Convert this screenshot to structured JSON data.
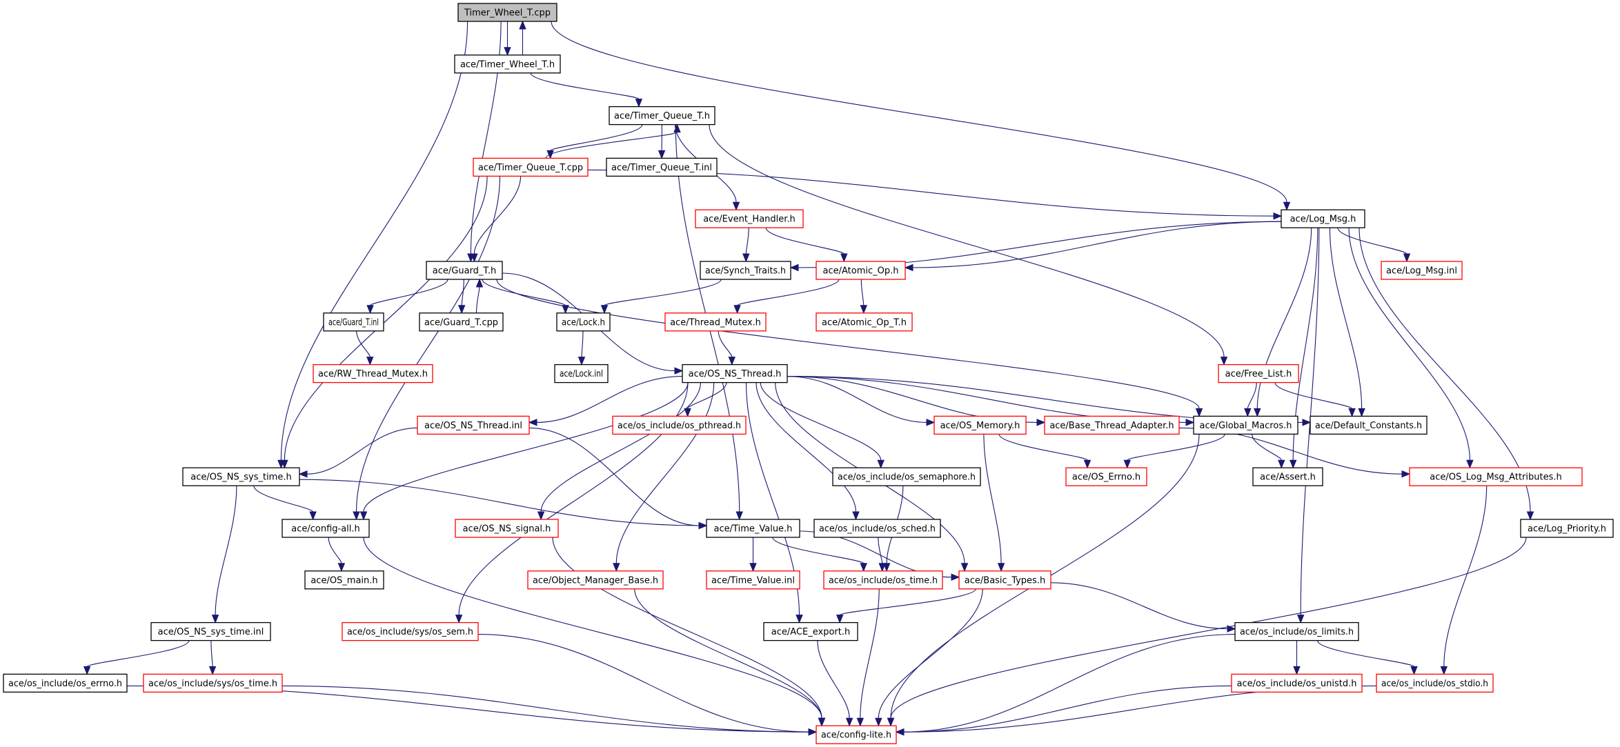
{
  "title": "Timer_Wheel_T.cpp include dependency graph",
  "colors": {
    "edge": "#191970",
    "root_fill": "#bfbfbf",
    "incomplete_border": "#ff0000",
    "normal_border": "#000000"
  },
  "nodes": [
    {
      "id": "twt_cpp",
      "label": "Timer_Wheel_T.cpp",
      "kind": "root"
    },
    {
      "id": "twt_h",
      "label": "ace/Timer_Wheel_T.h",
      "kind": "normal"
    },
    {
      "id": "tqt_h",
      "label": "ace/Timer_Queue_T.h",
      "kind": "normal"
    },
    {
      "id": "tqt_cpp",
      "label": "ace/Timer_Queue_T.cpp",
      "kind": "incomplete"
    },
    {
      "id": "tqt_inl",
      "label": "ace/Timer_Queue_T.inl",
      "kind": "normal"
    },
    {
      "id": "event_handler",
      "label": "ace/Event_Handler.h",
      "kind": "incomplete"
    },
    {
      "id": "log_msg",
      "label": "ace/Log_Msg.h",
      "kind": "normal"
    },
    {
      "id": "guard_h",
      "label": "ace/Guard_T.h",
      "kind": "normal"
    },
    {
      "id": "synch_traits",
      "label": "ace/Synch_Traits.h",
      "kind": "normal"
    },
    {
      "id": "atomic_op",
      "label": "ace/Atomic_Op.h",
      "kind": "incomplete"
    },
    {
      "id": "log_msg_inl",
      "label": "ace/Log_Msg.inl",
      "kind": "incomplete"
    },
    {
      "id": "guard_inl",
      "label": "ace/Guard_T.inl",
      "kind": "normal"
    },
    {
      "id": "guard_cpp",
      "label": "ace/Guard_T.cpp",
      "kind": "normal"
    },
    {
      "id": "lock_h",
      "label": "ace/Lock.h",
      "kind": "normal"
    },
    {
      "id": "thread_mutex",
      "label": "ace/Thread_Mutex.h",
      "kind": "incomplete"
    },
    {
      "id": "atomic_op_t",
      "label": "ace/Atomic_Op_T.h",
      "kind": "incomplete"
    },
    {
      "id": "rw_thread_mutex",
      "label": "ace/RW_Thread_Mutex.h",
      "kind": "incomplete"
    },
    {
      "id": "lock_inl",
      "label": "ace/Lock.inl",
      "kind": "normal"
    },
    {
      "id": "os_ns_thread",
      "label": "ace/OS_NS_Thread.h",
      "kind": "normal"
    },
    {
      "id": "free_list",
      "label": "ace/Free_List.h",
      "kind": "incomplete"
    },
    {
      "id": "os_ns_thread_inl",
      "label": "ace/OS_NS_Thread.inl",
      "kind": "incomplete"
    },
    {
      "id": "os_pthread",
      "label": "ace/os_include/os_pthread.h",
      "kind": "incomplete"
    },
    {
      "id": "os_memory",
      "label": "ace/OS_Memory.h",
      "kind": "incomplete"
    },
    {
      "id": "base_thread_adapter",
      "label": "ace/Base_Thread_Adapter.h",
      "kind": "incomplete"
    },
    {
      "id": "global_macros",
      "label": "ace/Global_Macros.h",
      "kind": "normal"
    },
    {
      "id": "default_constants",
      "label": "ace/Default_Constants.h",
      "kind": "normal"
    },
    {
      "id": "os_ns_sys_time",
      "label": "ace/OS_NS_sys_time.h",
      "kind": "normal"
    },
    {
      "id": "os_semaphore",
      "label": "ace/os_include/os_semaphore.h",
      "kind": "normal"
    },
    {
      "id": "os_errno_h",
      "label": "ace/OS_Errno.h",
      "kind": "incomplete"
    },
    {
      "id": "assert_h",
      "label": "ace/Assert.h",
      "kind": "normal"
    },
    {
      "id": "os_log_msg_attr",
      "label": "ace/OS_Log_Msg_Attributes.h",
      "kind": "incomplete"
    },
    {
      "id": "config_all",
      "label": "ace/config-all.h",
      "kind": "normal"
    },
    {
      "id": "os_ns_signal",
      "label": "ace/OS_NS_signal.h",
      "kind": "incomplete"
    },
    {
      "id": "time_value",
      "label": "ace/Time_Value.h",
      "kind": "normal"
    },
    {
      "id": "os_sched",
      "label": "ace/os_include/os_sched.h",
      "kind": "normal"
    },
    {
      "id": "log_priority",
      "label": "ace/Log_Priority.h",
      "kind": "normal"
    },
    {
      "id": "os_main",
      "label": "ace/OS_main.h",
      "kind": "normal"
    },
    {
      "id": "object_manager_base",
      "label": "ace/Object_Manager_Base.h",
      "kind": "incomplete"
    },
    {
      "id": "time_value_inl",
      "label": "ace/Time_Value.inl",
      "kind": "incomplete"
    },
    {
      "id": "os_time",
      "label": "ace/os_include/os_time.h",
      "kind": "incomplete"
    },
    {
      "id": "basic_types",
      "label": "ace/Basic_Types.h",
      "kind": "incomplete"
    },
    {
      "id": "os_ns_sys_time_inl",
      "label": "ace/OS_NS_sys_time.inl",
      "kind": "normal"
    },
    {
      "id": "sys_os_sem",
      "label": "ace/os_include/sys/os_sem.h",
      "kind": "incomplete"
    },
    {
      "id": "ace_export",
      "label": "ace/ACE_export.h",
      "kind": "normal"
    },
    {
      "id": "os_limits",
      "label": "ace/os_include/os_limits.h",
      "kind": "normal"
    },
    {
      "id": "os_errno",
      "label": "ace/os_include/os_errno.h",
      "kind": "normal"
    },
    {
      "id": "sys_os_time",
      "label": "ace/os_include/sys/os_time.h",
      "kind": "incomplete"
    },
    {
      "id": "os_unistd",
      "label": "ace/os_include/os_unistd.h",
      "kind": "incomplete"
    },
    {
      "id": "os_stdio",
      "label": "ace/os_include/os_stdio.h",
      "kind": "incomplete"
    },
    {
      "id": "config_lite",
      "label": "ace/config-lite.h",
      "kind": "incomplete"
    }
  ],
  "edges": [
    [
      "twt_cpp",
      "twt_h"
    ],
    [
      "twt_h",
      "twt_cpp"
    ],
    [
      "twt_cpp",
      "os_ns_sys_time"
    ],
    [
      "twt_cpp",
      "guard_h"
    ],
    [
      "twt_cpp",
      "log_msg"
    ],
    [
      "twt_h",
      "tqt_h"
    ],
    [
      "tqt_h",
      "tqt_cpp"
    ],
    [
      "tqt_cpp",
      "tqt_h"
    ],
    [
      "tqt_h",
      "tqt_inl"
    ],
    [
      "tqt_h",
      "event_handler"
    ],
    [
      "tqt_h",
      "time_value"
    ],
    [
      "tqt_h",
      "free_list"
    ],
    [
      "tqt_cpp",
      "log_msg"
    ],
    [
      "tqt_cpp",
      "guard_h"
    ],
    [
      "tqt_cpp",
      "os_ns_sys_time"
    ],
    [
      "tqt_cpp",
      "config_all"
    ],
    [
      "event_handler",
      "synch_traits"
    ],
    [
      "event_handler",
      "atomic_op"
    ],
    [
      "log_msg",
      "synch_traits"
    ],
    [
      "log_msg",
      "atomic_op"
    ],
    [
      "log_msg",
      "log_msg_inl"
    ],
    [
      "log_msg",
      "default_constants"
    ],
    [
      "log_msg",
      "global_macros"
    ],
    [
      "log_msg",
      "assert_h"
    ],
    [
      "log_msg",
      "os_limits"
    ],
    [
      "log_msg",
      "os_log_msg_attr"
    ],
    [
      "log_msg",
      "log_priority"
    ],
    [
      "guard_h",
      "guard_inl"
    ],
    [
      "guard_h",
      "guard_cpp"
    ],
    [
      "guard_cpp",
      "guard_h"
    ],
    [
      "guard_h",
      "lock_h"
    ],
    [
      "guard_h",
      "os_ns_thread"
    ],
    [
      "guard_h",
      "global_macros"
    ],
    [
      "guard_inl",
      "rw_thread_mutex"
    ],
    [
      "synch_traits",
      "lock_h"
    ],
    [
      "atomic_op",
      "thread_mutex"
    ],
    [
      "atomic_op",
      "atomic_op_t"
    ],
    [
      "lock_h",
      "lock_inl"
    ],
    [
      "thread_mutex",
      "os_ns_thread"
    ],
    [
      "os_ns_thread",
      "os_ns_thread_inl"
    ],
    [
      "os_ns_thread",
      "os_pthread"
    ],
    [
      "os_ns_thread",
      "os_memory"
    ],
    [
      "os_ns_thread",
      "base_thread_adapter"
    ],
    [
      "os_ns_thread",
      "global_macros"
    ],
    [
      "os_ns_thread",
      "default_constants"
    ],
    [
      "os_ns_thread",
      "os_semaphore"
    ],
    [
      "os_ns_thread",
      "os_sched"
    ],
    [
      "os_ns_thread",
      "basic_types"
    ],
    [
      "os_ns_thread",
      "ace_export"
    ],
    [
      "os_ns_thread",
      "object_manager_base"
    ],
    [
      "os_ns_thread",
      "os_ns_signal"
    ],
    [
      "os_ns_thread",
      "sys_os_sem"
    ],
    [
      "os_ns_thread",
      "config_all"
    ],
    [
      "free_list",
      "global_macros"
    ],
    [
      "free_list",
      "default_constants"
    ],
    [
      "os_ns_thread_inl",
      "os_ns_sys_time"
    ],
    [
      "os_ns_thread_inl",
      "time_value"
    ],
    [
      "os_memory",
      "os_errno_h"
    ],
    [
      "os_memory",
      "basic_types"
    ],
    [
      "base_thread_adapter",
      "os_log_msg_attr"
    ],
    [
      "global_macros",
      "os_errno_h"
    ],
    [
      "global_macros",
      "assert_h"
    ],
    [
      "global_macros",
      "config_lite"
    ],
    [
      "os_ns_sys_time",
      "config_all"
    ],
    [
      "os_ns_sys_time",
      "time_value"
    ],
    [
      "os_ns_sys_time",
      "os_ns_sys_time_inl"
    ],
    [
      "os_semaphore",
      "os_time"
    ],
    [
      "os_log_msg_attr",
      "os_stdio"
    ],
    [
      "config_all",
      "os_main"
    ],
    [
      "config_all",
      "config_lite"
    ],
    [
      "os_ns_signal",
      "config_lite"
    ],
    [
      "time_value",
      "time_value_inl"
    ],
    [
      "time_value",
      "os_time"
    ],
    [
      "time_value",
      "basic_types"
    ],
    [
      "os_sched",
      "os_time"
    ],
    [
      "log_priority",
      "config_lite"
    ],
    [
      "object_manager_base",
      "config_lite"
    ],
    [
      "os_time",
      "config_lite"
    ],
    [
      "basic_types",
      "ace_export"
    ],
    [
      "basic_types",
      "os_limits"
    ],
    [
      "basic_types",
      "config_lite"
    ],
    [
      "os_ns_sys_time_inl",
      "os_errno"
    ],
    [
      "os_ns_sys_time_inl",
      "sys_os_time"
    ],
    [
      "sys_os_sem",
      "config_lite"
    ],
    [
      "ace_export",
      "config_lite"
    ],
    [
      "os_limits",
      "os_unistd"
    ],
    [
      "os_limits",
      "os_stdio"
    ],
    [
      "os_limits",
      "config_lite"
    ],
    [
      "os_errno",
      "config_lite"
    ],
    [
      "sys_os_time",
      "config_lite"
    ],
    [
      "os_unistd",
      "config_lite"
    ],
    [
      "os_stdio",
      "config_lite"
    ]
  ]
}
